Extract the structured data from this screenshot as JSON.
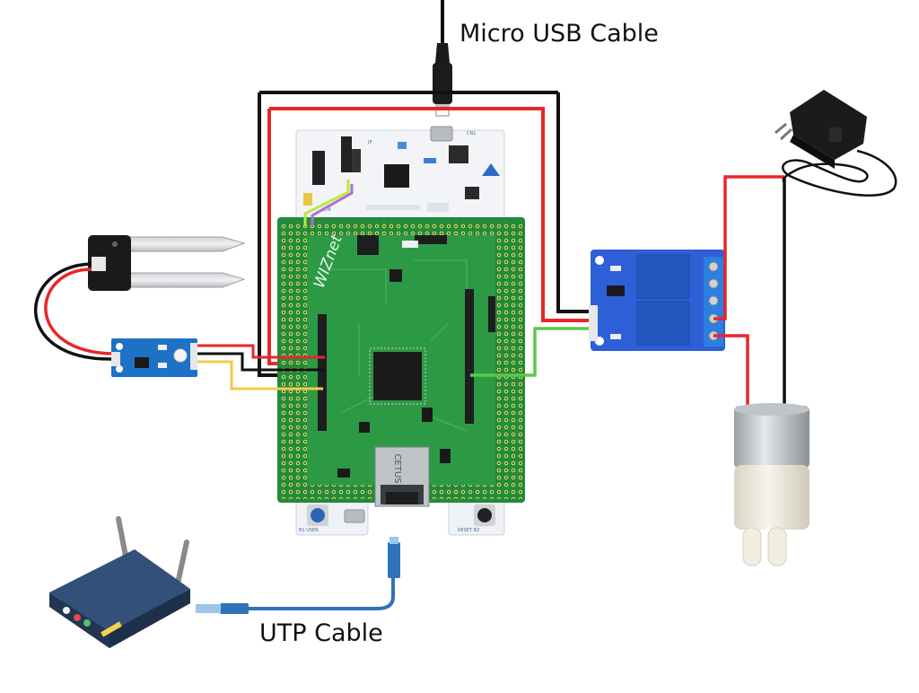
{
  "labels": {
    "usb_cable": "Micro USB Cable",
    "utp_cable": "UTP Cable"
  },
  "board": {
    "shield_logo": "WIZnet",
    "rj45_mark": "CETUS"
  },
  "colors": {
    "wire_red": "#e8262a",
    "wire_black": "#111111",
    "wire_yellow": "#f2c94c",
    "wire_green": "#5ec84a",
    "wire_purple": "#b36bd6",
    "wire_lime": "#b8ea3c",
    "pcb_green": "#238a3a",
    "pcb_light": "#2fa64a",
    "nucleo_white": "#f2f4f7",
    "module_blue": "#1d72c6",
    "relay_blue": "#2d5fd6",
    "router_navy": "#2a3f5f",
    "cable_blue": "#2f73b8"
  },
  "components": [
    {
      "id": "soil-probe",
      "icon": "soil-moisture-probe-icon"
    },
    {
      "id": "soil-module",
      "icon": "sensor-module-icon"
    },
    {
      "id": "mcu-board",
      "icon": "microcontroller-board-icon"
    },
    {
      "id": "ethernet-shield",
      "icon": "ethernet-shield-icon"
    },
    {
      "id": "relay-module",
      "icon": "relay-module-icon"
    },
    {
      "id": "power-adapter",
      "icon": "power-adapter-icon"
    },
    {
      "id": "water-pump",
      "icon": "water-pump-icon"
    },
    {
      "id": "router",
      "icon": "router-icon"
    }
  ]
}
